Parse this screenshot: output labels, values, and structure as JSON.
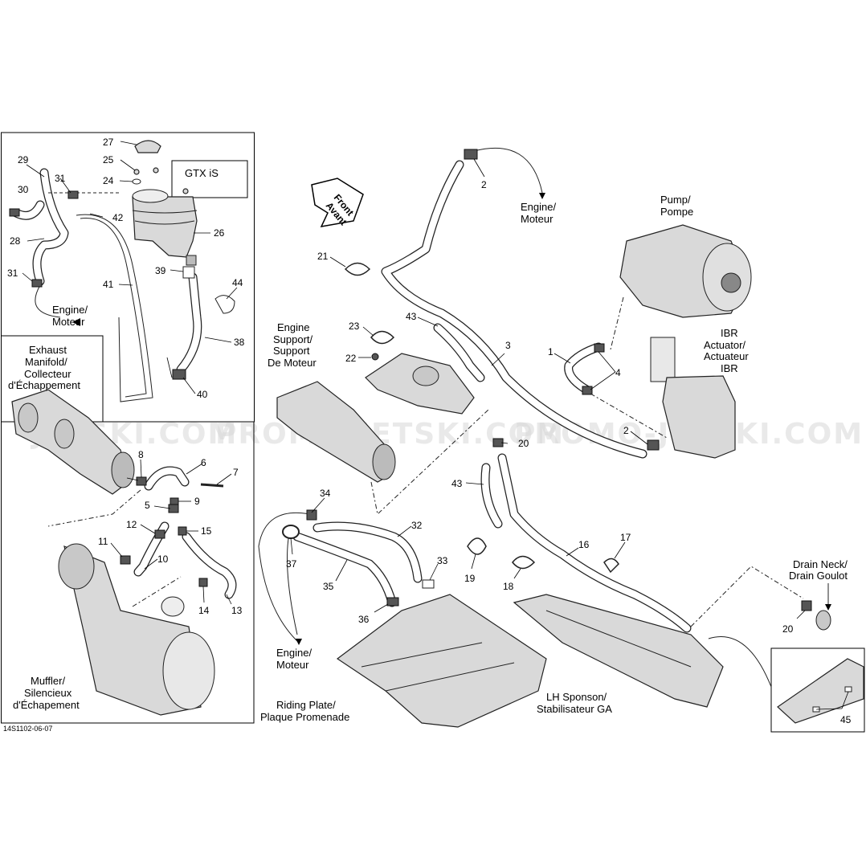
{
  "doc_code": "14S1102-06-07",
  "inset_label": "GTX iS",
  "front_arrow": {
    "line1": "Front",
    "line2": "Avant"
  },
  "watermarks": [
    "JETSKI.COM",
    "PROMO-JETSKI.COM",
    "PROMO-JETSKI.COM"
  ],
  "labels": {
    "engine_top_left": [
      "Engine/",
      "Moteur"
    ],
    "engine_top_mid": [
      "Engine/",
      "Moteur"
    ],
    "engine_bottom": [
      "Engine/",
      "Moteur"
    ],
    "exhaust_manifold": [
      "Exhaust",
      "Manifold/",
      "Collecteur",
      "d'Échappement"
    ],
    "muffler": [
      "Muffler/",
      "Silencieux",
      "d'Échapement"
    ],
    "engine_support": [
      "Engine",
      "Support/",
      "Support",
      "De Moteur"
    ],
    "pump": [
      "Pump/",
      "Pompe"
    ],
    "ibr_actuator": [
      "IBR",
      "Actuator/",
      "Actuateur",
      "IBR"
    ],
    "drain_neck": [
      "Drain Neck/",
      "Drain Goulot"
    ],
    "riding_plate": [
      "Riding Plate/",
      "Plaque Promenade"
    ],
    "lh_sponson": [
      "LH Sponson/",
      "Stabilisateur GA"
    ]
  },
  "callouts": {
    "n27": "27",
    "n25": "25",
    "n24": "24",
    "n29": "29",
    "n31a": "31",
    "n30": "30",
    "n42": "42",
    "n26": "26",
    "n28": "28",
    "n31b": "31",
    "n39": "39",
    "n41": "41",
    "n44": "44",
    "n38": "38",
    "n40": "40",
    "n8": "8",
    "n6": "6",
    "n7": "7",
    "n5": "5",
    "n9": "9",
    "n12": "12",
    "n15": "15",
    "n11": "11",
    "n10": "10",
    "n14": "14",
    "n13": "13",
    "n2a": "2",
    "n21": "21",
    "n43a": "43",
    "n23": "23",
    "n3": "3",
    "n22": "22",
    "n1": "1",
    "n4": "4",
    "n2b": "2",
    "n20a": "20",
    "n43b": "43",
    "n34": "34",
    "n32": "32",
    "n37": "37",
    "n33": "33",
    "n35": "35",
    "n36": "36",
    "n19": "19",
    "n18": "18",
    "n16": "16",
    "n17": "17",
    "n20b": "20",
    "n45": "45"
  }
}
